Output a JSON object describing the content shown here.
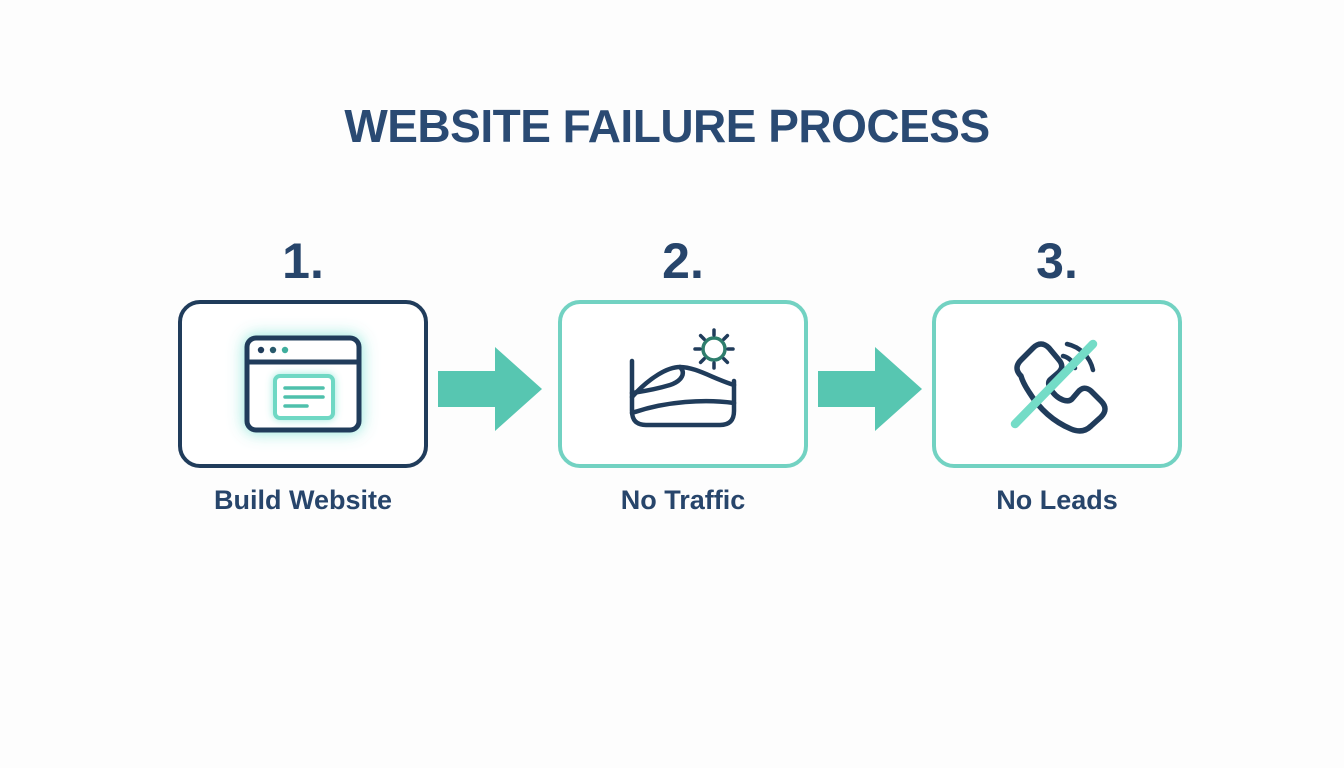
{
  "title": "WEBSITE FAILURE PROCESS",
  "steps": [
    {
      "number": "1.",
      "label": "Build Website",
      "icon": "browser-window-icon"
    },
    {
      "number": "2.",
      "label": "No Traffic",
      "icon": "desert-sun-icon"
    },
    {
      "number": "3.",
      "label": "No Leads",
      "icon": "phone-crossed-icon"
    }
  ],
  "arrows": [
    {
      "name": "flow-arrow-1",
      "direction": "right"
    },
    {
      "name": "flow-arrow-2",
      "direction": "right"
    }
  ],
  "colors": {
    "background": "#fdfdfd",
    "navy_text": "#27456b",
    "navy_title": "#2a4a73",
    "navy_stroke": "#203c5b",
    "teal_border": "#72d2c2",
    "teal_arrow": "#57c6b1",
    "teal_slash": "#74dcc7",
    "teal_panel": "#6fd8c4",
    "sun_green": "#2f7e6d",
    "glow_cyan": "#a8ebe2"
  }
}
